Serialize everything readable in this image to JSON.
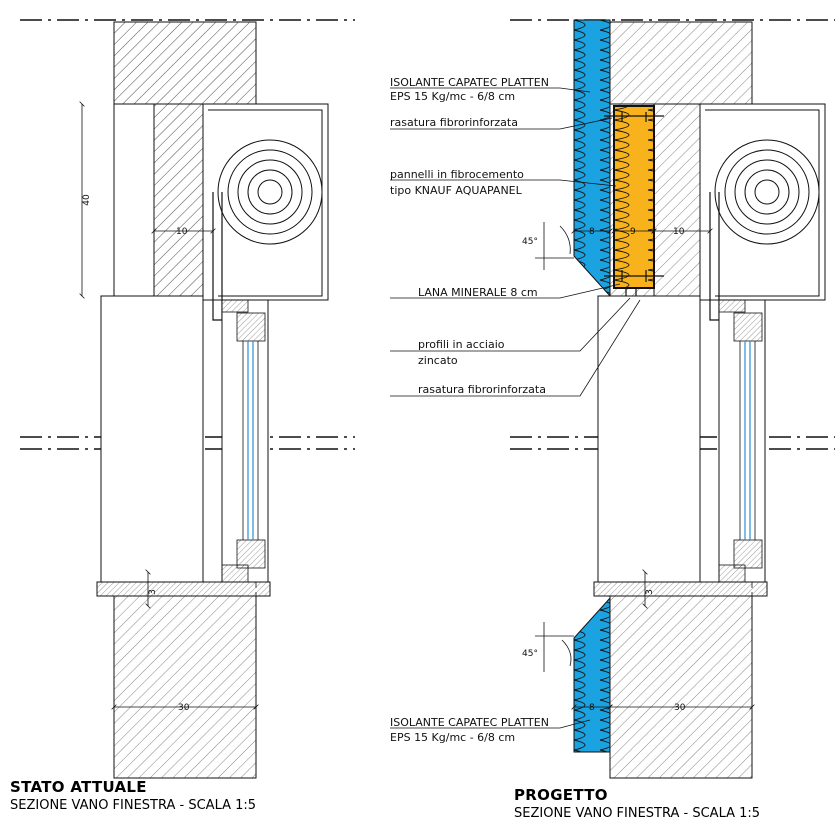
{
  "left_panel": {
    "title": "STATO ATTUALE",
    "subtitle": "SEZIONE VANO FINESTRA - SCALA 1:5",
    "dims": {
      "height": "40",
      "box_gap": "10",
      "sill": "3",
      "wall": "30"
    }
  },
  "right_panel": {
    "title": "PROGETTO",
    "subtitle": "SEZIONE VANO FINESTRA - SCALA 1:5",
    "dims": {
      "box_gap": "10",
      "panel": "8",
      "mineral": "9",
      "sill": "3",
      "wall": "30",
      "lower_panel": "8"
    },
    "angles": {
      "upper": "45°",
      "lower": "45°"
    },
    "labels": {
      "isolante_top_1": "ISOLANTE CAPATEC PLATTEN",
      "isolante_top_2": "EPS 15 Kg/mc - 6/8 cm",
      "rasatura_1": "rasatura fibrorinforzata",
      "pannelli_1": "pannelli in fibrocemento",
      "pannelli_2": "tipo KNAUF AQUAPANEL",
      "lana": "LANA MINERALE 8 cm",
      "profili_1": "profili in acciaio",
      "profili_2": "zincato",
      "rasatura_2": "rasatura fibrorinforzata",
      "isolante_bottom_1": "ISOLANTE CAPATEC PLATTEN",
      "isolante_bottom_2": "EPS 15 Kg/mc - 6/8 cm"
    }
  },
  "colors": {
    "eps": "#1aa3e0",
    "mineral_wool": "#f7b21c",
    "line": "#111111",
    "hatch": "#555555"
  }
}
